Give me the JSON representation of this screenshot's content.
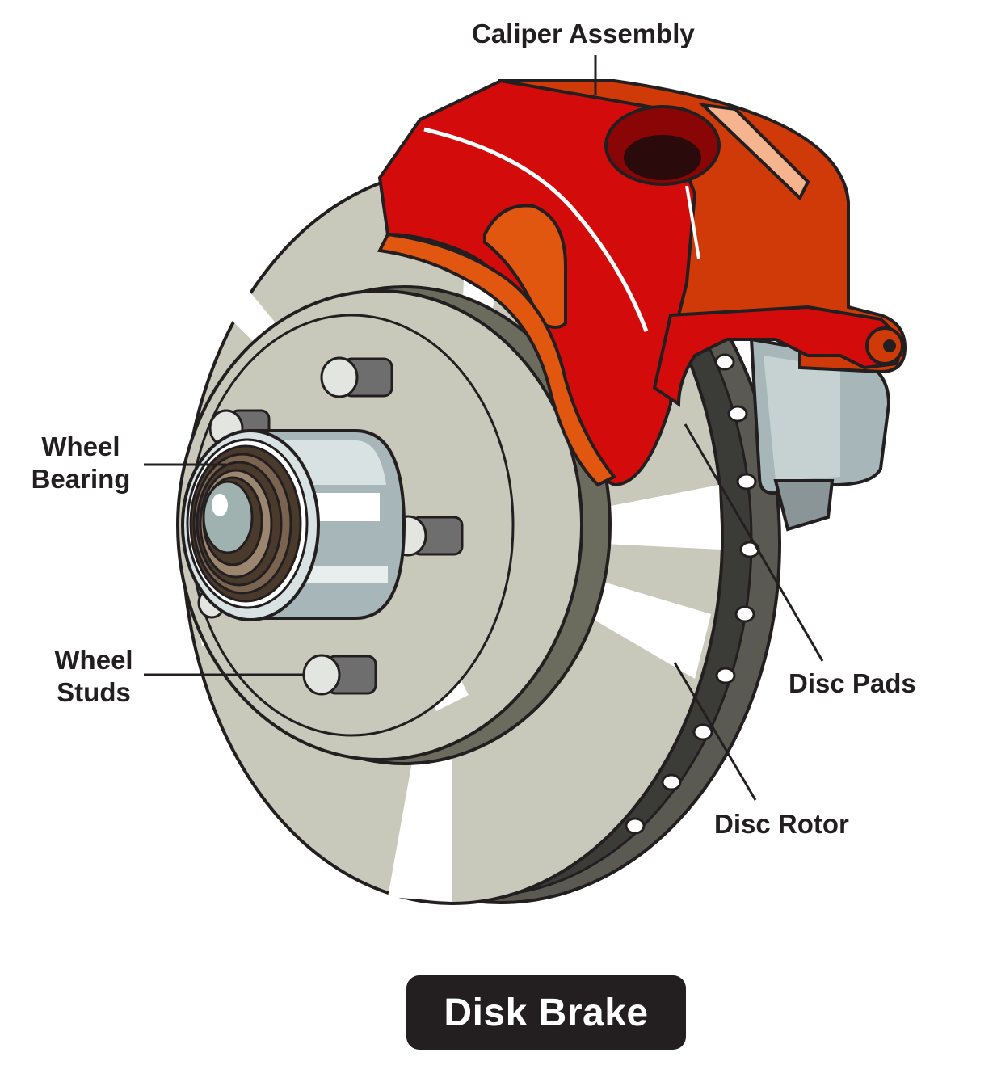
{
  "title": "Disk Brake",
  "labels": {
    "caliper_assembly": "Caliper Assembly",
    "wheel_bearing": [
      "Wheel",
      "Bearing"
    ],
    "wheel_studs": [
      "Wheel",
      "Studs"
    ],
    "disc_pads": "Disc Pads",
    "disc_rotor": "Disc Rotor"
  },
  "colors": {
    "caliper_red": "#d40b0b",
    "caliper_orange": "#e2570f",
    "rotor_gray": "#c8c9bb",
    "rotor_edge": "#4a4a45",
    "hub_steel": "#a7b7b9",
    "outline": "#231f20",
    "badge": "#231f20"
  }
}
